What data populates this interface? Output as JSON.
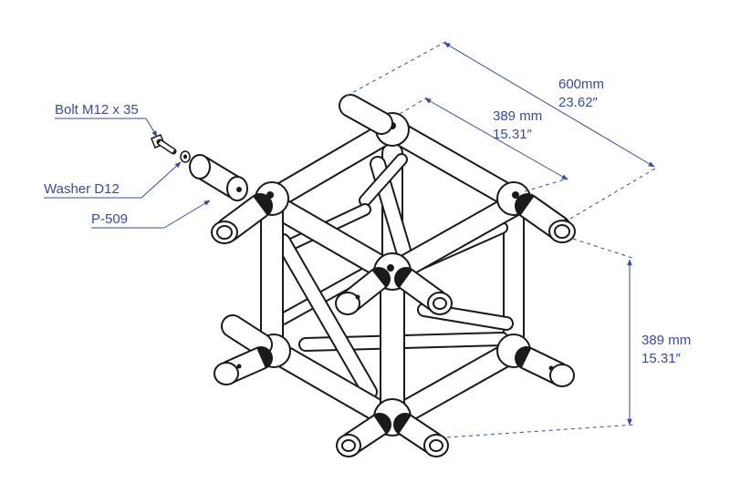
{
  "labels": {
    "bolt": "Bolt M12 x 35",
    "washer": "Washer D12",
    "part": "P-509"
  },
  "dimensions": {
    "top_outer_mm": "600mm",
    "top_outer_in": "23.62″",
    "top_inner_mm": "389 mm",
    "top_inner_in": "15.31″",
    "height_mm": "389 mm",
    "height_in": "15.31″"
  },
  "colors": {
    "annotation": "#3a4a9c",
    "outline": "#1a1a1a",
    "background": "#ffffff"
  }
}
